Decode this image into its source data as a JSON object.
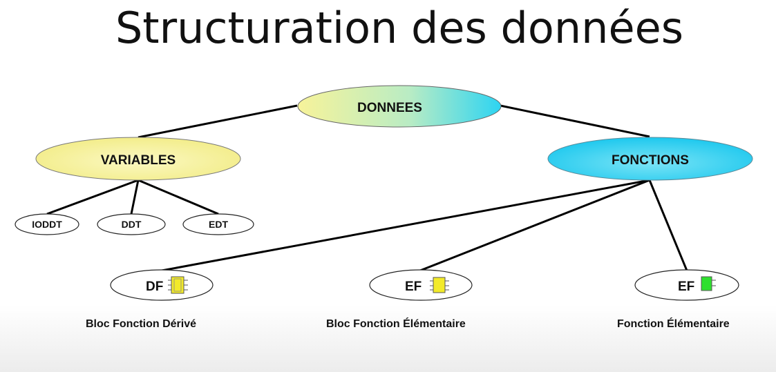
{
  "title": "Structuration des données",
  "nodes": {
    "root": "DONNEES",
    "variables": "VARIABLES",
    "fonctions": "FONCTIONS",
    "ioddt": "IODDT",
    "ddt": "DDT",
    "edt": "EDT",
    "dfb": "DF",
    "efb": "EF",
    "ef": "EF"
  },
  "captions": {
    "dfb": "Bloc Fonction Dérivé",
    "efb": "Bloc Fonction Élémentaire",
    "ef": "Fonction Élémentaire"
  },
  "colors": {
    "yellow": "#f7f39a",
    "cyan": "#2dd4f2",
    "block_yellow": "#f2ea2a",
    "block_green": "#2ee02e"
  }
}
